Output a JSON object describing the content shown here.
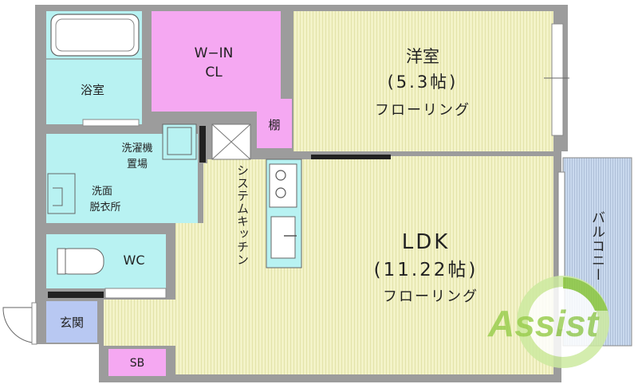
{
  "rooms": {
    "bath": "浴室",
    "walkin_line1": "W−IN",
    "walkin_line2": "CL",
    "western_title": "洋室",
    "western_size": "(5.3帖)",
    "western_floor": "フローリング",
    "shelf": "棚",
    "washer_line1": "洗濯機",
    "washer_line2": "置場",
    "wash_line1": "洗面",
    "wash_line2": "脱衣所",
    "kitchen": "システムキッチン",
    "ldk_title": "LDK",
    "ldk_size": "(11.22帖)",
    "ldk_floor": "フローリング",
    "wc": "WC",
    "entrance": "玄関",
    "sb": "SB",
    "balcony": "バルコニー"
  },
  "watermark": "Assist",
  "colors": {
    "floor_wood": "#f2f2c4",
    "closet_pink": "#f5a8f0",
    "wet_area_cyan": "#b8f2f2",
    "entrance_blue": "#b8c8f0",
    "wall_gray": "#9a9a9a",
    "balcony_blue": "#c8d8ee",
    "watermark_green": "#8cc83c"
  }
}
